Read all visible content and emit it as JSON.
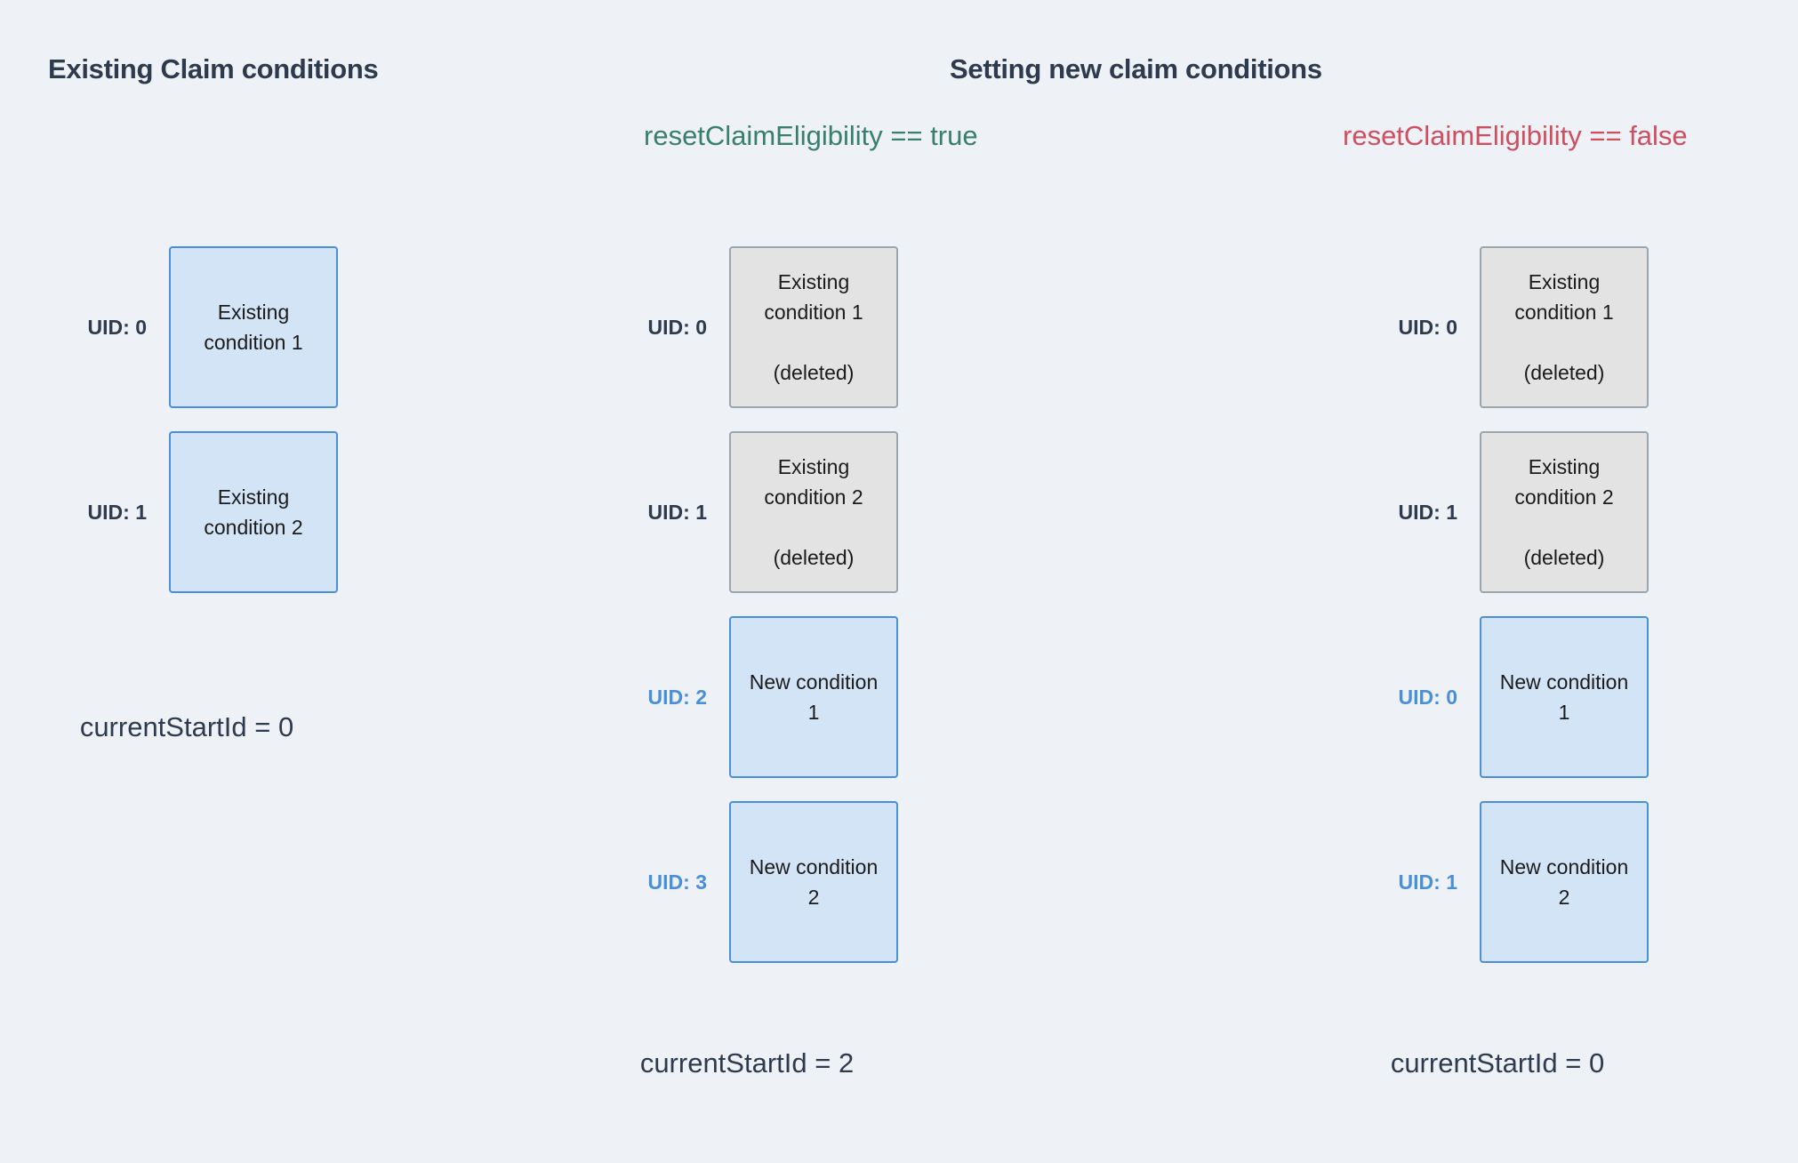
{
  "headings": {
    "existing": "Existing Claim conditions",
    "setting": "Setting new claim conditions"
  },
  "subheadings": {
    "reset_true": "resetClaimEligibility == true",
    "reset_true_color": "#38806c",
    "reset_false": "resetClaimEligibility == false",
    "reset_false_color": "#cf4f61"
  },
  "colors": {
    "background": "#eef1f5",
    "blue_fill": "#d4e4f7",
    "blue_border": "#4a90d9",
    "gray_fill": "#e3e3e3",
    "gray_border": "#9aa5ad",
    "text_dark": "#2e3b4e",
    "uid_new": "#4a90d9"
  },
  "columns": {
    "existing": {
      "rows": [
        {
          "uid": "UID: 0",
          "uid_style": "existing",
          "box_style": "blue",
          "title": "Existing\ncondition 1",
          "note": ""
        },
        {
          "uid": "UID: 1",
          "uid_style": "existing",
          "box_style": "blue",
          "title": "Existing\ncondition 2",
          "note": ""
        }
      ],
      "footer": "currentStartId = 0"
    },
    "reset_true": {
      "rows": [
        {
          "uid": "UID: 0",
          "uid_style": "existing",
          "box_style": "gray",
          "title": "Existing\ncondition 1",
          "note": "(deleted)"
        },
        {
          "uid": "UID: 1",
          "uid_style": "existing",
          "box_style": "gray",
          "title": "Existing\ncondition 2",
          "note": "(deleted)"
        },
        {
          "uid": "UID: 2",
          "uid_style": "new",
          "box_style": "blue",
          "title": "New condition\n1",
          "note": ""
        },
        {
          "uid": "UID: 3",
          "uid_style": "new",
          "box_style": "blue",
          "title": "New condition\n2",
          "note": ""
        }
      ],
      "footer": "currentStartId = 2"
    },
    "reset_false": {
      "rows": [
        {
          "uid": "UID: 0",
          "uid_style": "existing",
          "box_style": "gray",
          "title": "Existing\ncondition 1",
          "note": "(deleted)"
        },
        {
          "uid": "UID: 1",
          "uid_style": "existing",
          "box_style": "gray",
          "title": "Existing\ncondition 2",
          "note": "(deleted)"
        },
        {
          "uid": "UID: 0",
          "uid_style": "new",
          "box_style": "blue",
          "title": "New condition\n1",
          "note": ""
        },
        {
          "uid": "UID: 1",
          "uid_style": "new",
          "box_style": "blue",
          "title": "New condition\n2",
          "note": ""
        }
      ],
      "footer": "currentStartId = 0"
    }
  }
}
